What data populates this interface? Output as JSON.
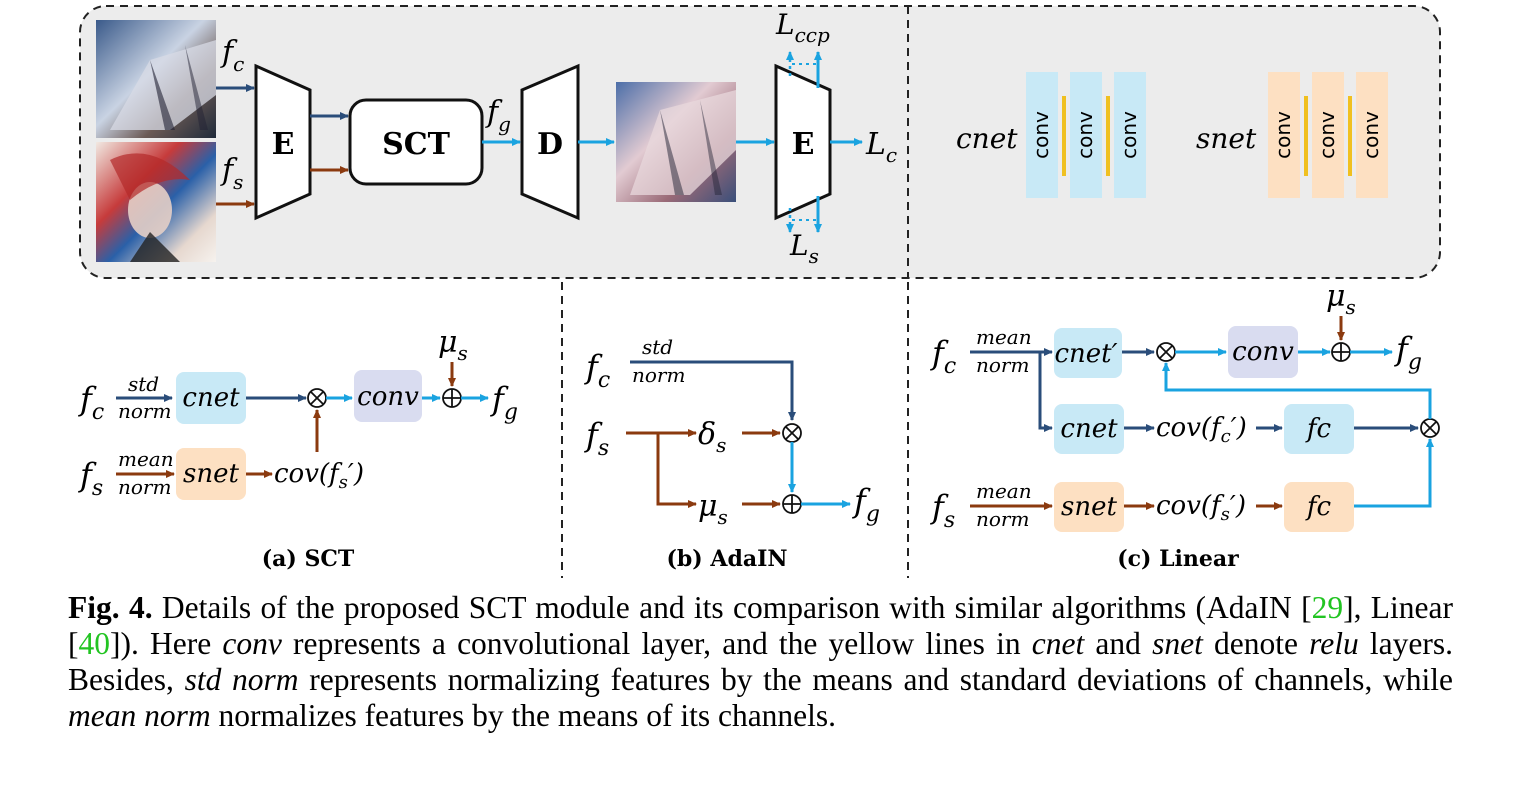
{
  "top": {
    "fc": "f",
    "fc_sub": "c",
    "fs": "f",
    "fs_sub": "s",
    "fg": "f",
    "fg_sub": "g",
    "encoder1": "E",
    "sct": "SCT",
    "decoder": "D",
    "encoder2": "E",
    "lccp": "L",
    "lccp_sub": "ccp",
    "lc": "L",
    "lc_sub": "c",
    "ls": "L",
    "ls_sub": "s",
    "cnet_label": "cnet",
    "snet_label": "snet",
    "conv": "conv"
  },
  "panel_a": {
    "fc": "f",
    "fc_sub": "c",
    "fs": "f",
    "fs_sub": "s",
    "std": "std",
    "norm": "norm",
    "mean": "mean",
    "cnet": "cnet",
    "snet": "snet",
    "conv": "conv",
    "mu": "μ",
    "mu_sub": "s",
    "cov": "cov(f",
    "cov_sub": "s",
    "cov_end": "′)",
    "fg": "f",
    "fg_sub": "g",
    "title": "(a) SCT"
  },
  "panel_b": {
    "fc": "f",
    "fc_sub": "c",
    "fs": "f",
    "fs_sub": "s",
    "std": "std",
    "norm": "norm",
    "delta": "δ",
    "delta_sub": "s",
    "mu": "μ",
    "mu_sub": "s",
    "fg": "f",
    "fg_sub": "g",
    "title": "(b) AdaIN"
  },
  "panel_c": {
    "fc": "f",
    "fc_sub": "c",
    "fs": "f",
    "fs_sub": "s",
    "mean": "mean",
    "norm": "norm",
    "cnet_prime": "cnet′",
    "cnet": "cnet",
    "snet": "snet",
    "conv": "conv",
    "mu": "μ",
    "mu_sub": "s",
    "fg": "f",
    "fg_sub": "g",
    "cov_c": "cov(f",
    "cov_c_sub": "c",
    "cov_end": "′)",
    "cov_s": "cov(f",
    "cov_s_sub": "s",
    "fc_box": "fc",
    "title": "(c) Linear"
  },
  "caption": {
    "label": "Fig. 4.",
    "p1": " Details of the proposed SCT module and its comparison with similar algorithms (AdaIN [",
    "ref1": "29",
    "p2": "], Linear [",
    "ref2": "40",
    "p3": "]). Here ",
    "i1": "conv",
    "p4": " represents a convolutional layer, and the yellow lines in ",
    "i2": "cnet",
    "p5": " and ",
    "i3": "snet",
    "p6": " denote ",
    "i4": "relu",
    "p7": " layers. Besides, ",
    "i5": "std norm",
    "p8": " represents normalizing features by the means and standard deviations of channels, while ",
    "i6": "mean norm",
    "p9": " normalizes features by the means of its channels."
  },
  "colors": {
    "navy": "#2a4d7a",
    "brown": "#8b3a0f",
    "cyan": "#1aa3e0",
    "panel_bg": "#ececec",
    "cnet_fill": "#c8e9f6",
    "snet_fill": "#fde0c2",
    "conv_fill": "#d9dcf0",
    "relu": "#f0c020"
  }
}
